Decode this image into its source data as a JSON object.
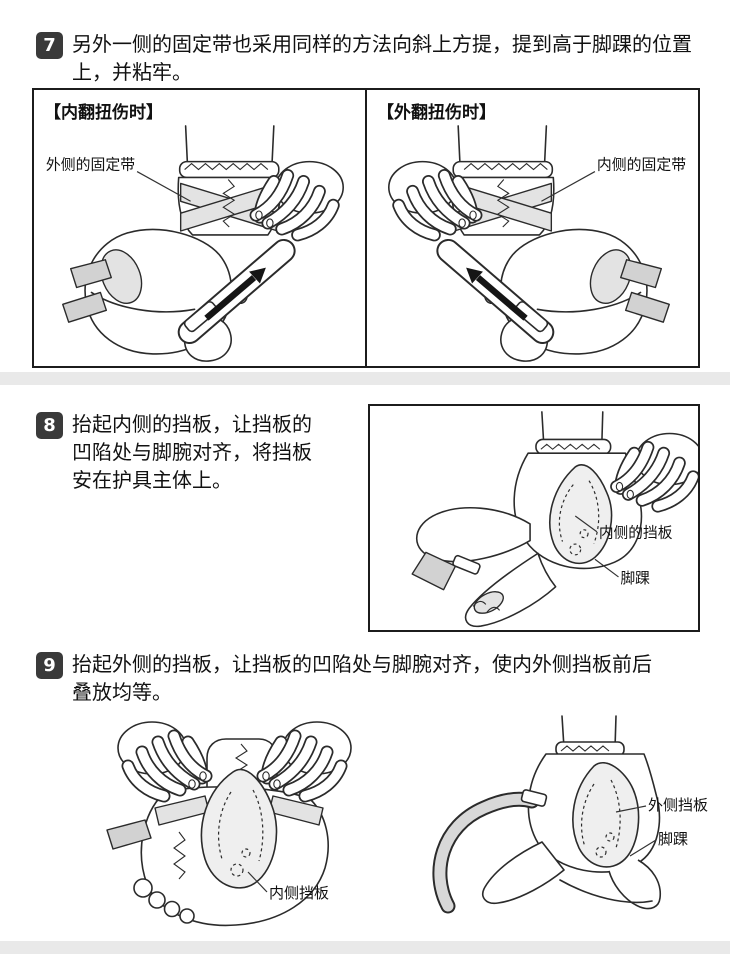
{
  "page": {
    "background": "#ffffff",
    "band_color": "#e9e9e9",
    "badge_color": "#3a3a3a"
  },
  "step7": {
    "number": "7",
    "text": "另外一侧的固定带也采用同样的方法向斜上方提，提到高于脚踝的位置上，并粘牢。",
    "left_panel": {
      "title": "【内翻扭伤时】",
      "label": "外侧的固定带"
    },
    "right_panel": {
      "title": "【外翻扭伤时】",
      "label": "内侧的固定带"
    }
  },
  "step8": {
    "number": "8",
    "text": "抬起内侧的挡板，让挡板的凹陷处与脚腕对齐，将挡板安在护具主体上。",
    "label_panel": "内侧的挡板",
    "label_ankle": "脚踝"
  },
  "step9": {
    "number": "9",
    "text": "抬起外侧的挡板，让挡板的凹陷处与脚腕对齐，使内外侧挡板前后叠放均等。",
    "left_label": "内侧挡板",
    "right_label_panel": "外侧挡板",
    "right_label_ankle": "脚踝"
  }
}
